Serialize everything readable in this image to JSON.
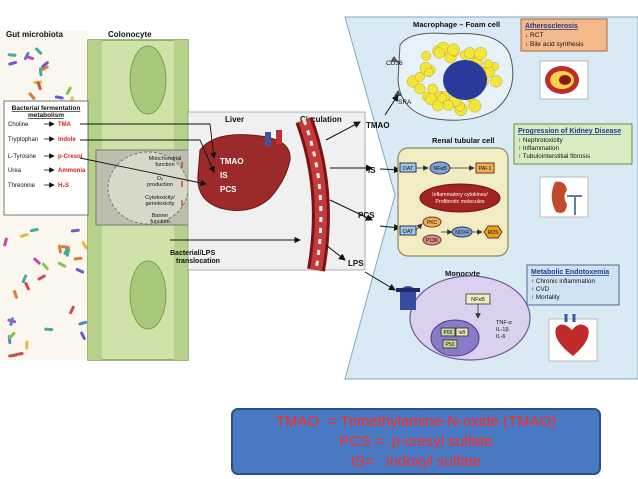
{
  "labels": {
    "gut_microbiota": "Gut microbiota",
    "colonocyte": "Colonocyte",
    "liver": "Liver",
    "circulation": "Circulation",
    "macrophage": "Macrophage – Foam cell",
    "renal": "Renal tubular cell",
    "monocyte": "Monocyte",
    "bact_trans_1": "Bacterial/LPS",
    "bact_trans_2": "translocation",
    "tmao": "TMAO",
    "is": "IS",
    "pcs": "PCS",
    "lps": "LPS",
    "cd36": "CD36",
    "sra": "SRA"
  },
  "fermentation": {
    "title1": "Bacterial fermentation",
    "title2": "metabolism",
    "rows": [
      {
        "left": "Choline",
        "right": "TMA"
      },
      {
        "left": "Tryptophan",
        "right": "Indole"
      },
      {
        "left": "L-Tyrosine",
        "right": "p-Cresol"
      },
      {
        "left": "Urea",
        "right": "Ammonia"
      },
      {
        "left": "Threonine",
        "right": "H₂S"
      }
    ]
  },
  "colon_notes": [
    "Mitochondrial",
    "function",
    "O₂",
    "production",
    "Cytotoxicity/",
    "genotoxicity",
    "Barrier",
    "function"
  ],
  "liver_items": [
    "TMAO",
    "IS",
    "PCS"
  ],
  "renal_labels": {
    "oat1": "OAT",
    "nfkb": "NFκB",
    "pai": "PAI-1",
    "cyto1": "Inflammatory cytokines/",
    "cyto2": "Profibrotic molecules",
    "pkc": "PKC",
    "p13k": "P13K",
    "nox4": "NOX4",
    "ros": "ROS",
    "oat2": "OAT"
  },
  "monocyte_labels": {
    "nfkb": "NFκB",
    "p65": "P65",
    "ikb": "IκB",
    "p50": "P50",
    "tnf": "TNF-α",
    "il1": "IL-1β",
    "il6": "IL-6"
  },
  "boxes": {
    "athero": {
      "title": "Atherosclerosis",
      "lines": [
        "↓ RCT",
        "↓ Bile acid synthesis"
      ]
    },
    "kidney": {
      "title": "Progression of Kidney Disease",
      "lines": [
        "↑ Nephrotoxicity",
        "↑ Inflammation",
        "↑ Tubulointerstitial fibrosis"
      ]
    },
    "endo": {
      "title": "Metabolic Endotoxemia",
      "lines": [
        "↑ Chronic inflammation",
        "↑ CVD",
        "↑ Mortality"
      ]
    }
  },
  "legend": [
    "TMAO  = Trimethylamine-N-oxide (TMAO)",
    "PCS =  p-cresyl sulfate",
    "IS=   indoxyl sulfate"
  ],
  "colors": {
    "accent_red": "#d81e1e",
    "legend_bg": "#4a79c4",
    "legend_text": "#ff2a1f",
    "athero_bg": "#f3b98a",
    "kidney_bg": "#d7ecc0",
    "endo_bg": "#cfe3f3"
  }
}
